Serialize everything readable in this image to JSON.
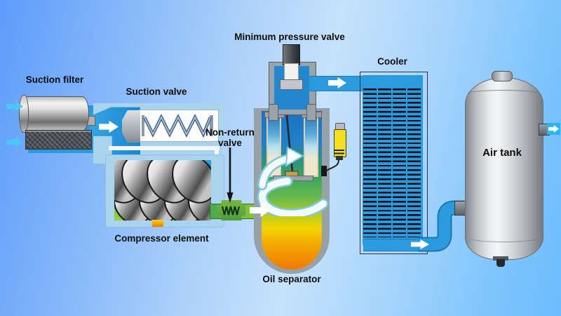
{
  "labels": {
    "suction_filter": "Suction filter",
    "suction_valve": "Suction valve",
    "non_return_valve": "Non-return valve",
    "minimum_pressure_valve": "Minimum pressure valve",
    "compressor_element": "Compressor element",
    "oil_separator": "Oil separator",
    "cooler": "Cooler",
    "air_tank": "Air tank"
  },
  "colors": {
    "background_left": "#5e9cfb",
    "background_center": "#c6e2fc",
    "background_right": "#6ebbfd",
    "pipe_blue": "#2b9ade",
    "duct_pale_blue": "#aad3ee",
    "channel_blue": "#2196d8",
    "oil_pipe_green": "#7fc040",
    "oil_yellow": "#f2d400",
    "hot_oil_orange": "#ee7a00",
    "intake_arrow_cyan": "#4cc6f4",
    "flow_arrow_white": "#ffffff",
    "metal_gray": "#b0b4b8",
    "coil_black": "#0e0e12",
    "label_text": "#0d0d0d"
  },
  "icons": {
    "flow_arrow": "white block arrow showing air flow direction",
    "intake_arrow": "cyan block arrow showing air intake",
    "pointer_arrow": "black pointer from label to non-return valve"
  }
}
